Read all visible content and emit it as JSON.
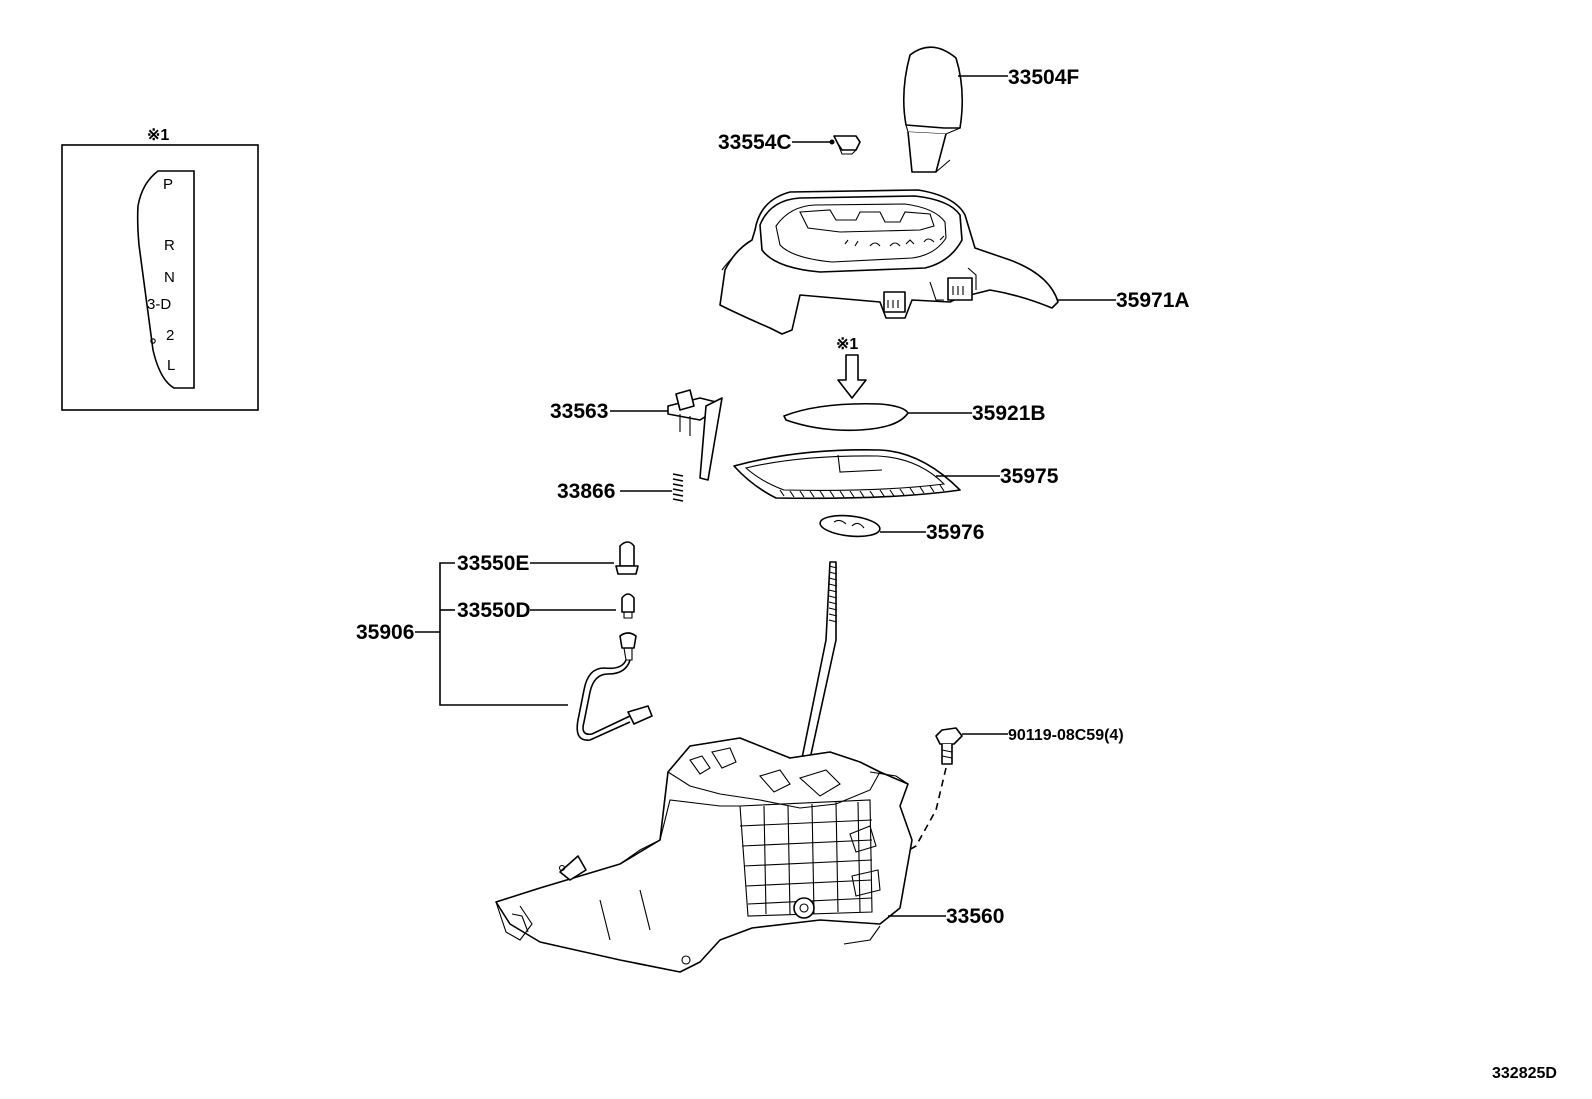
{
  "inset": {
    "marker": "※1",
    "gate_positions": [
      "P",
      "R",
      "N",
      "3-D",
      "2",
      "L"
    ]
  },
  "arrow_marker": "※1",
  "callouts": {
    "knob": "33504F",
    "button": "33554C",
    "bezel": "35971A",
    "indicator_plate": "35921B",
    "slide_plate": "35975",
    "plate_small": "35976",
    "lock_switch": "33563",
    "spring": "33866",
    "bulb_socket": "33550E",
    "bulb": "33550D",
    "wire_assembly": "35906",
    "bolt": "90119-08C59(4)",
    "lever_assembly": "33560"
  },
  "figure_id": "332825D"
}
